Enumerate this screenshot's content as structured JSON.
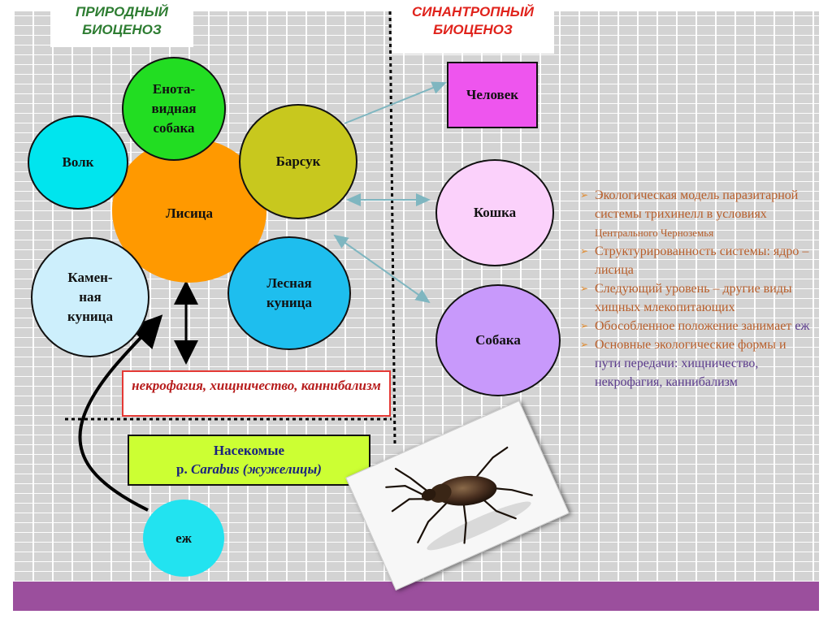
{
  "labels": {
    "natural": "ПРИРОДНЫЙ\nБИОЦЕНОЗ",
    "synanthropic": "СИНАНТРОПНЫЙ\nБИОЦЕНОЗ"
  },
  "circles": {
    "fox": "Лисица",
    "raccoon_dog": "Енота-\nвидная\nсобака",
    "wolf": "Волк",
    "badger": "Барсук",
    "pine_marten": "Лесная\nкуница",
    "stone_marten": "Камен-\nная\nкуница",
    "cat": "Кошка",
    "dog": "Собака",
    "hedgehog": "еж"
  },
  "human": "Человек",
  "relations": "некрофагия, хищничество, каннибализм",
  "insects": {
    "line1": "Насекомые",
    "prefix": "р. ",
    "genus": "Carabus",
    "common": " (жужелицы)"
  },
  "notes": [
    {
      "main": "Экологическая модель паразитарной системы трихинелл в условиях",
      "small": "Центрального Черноземья"
    },
    {
      "main": "Структурированность системы: ядро – лисица"
    },
    {
      "main": " Следующий уровень – другие виды хищных млекопитающих"
    },
    {
      "main": "Обособленное положение занимает",
      "tail": " еж"
    },
    {
      "main": "Основные экологические формы и",
      "mid": " пути передачи: хищничество, некрофагия, каннибализм"
    }
  ],
  "colors": {
    "fox": "#ff9900",
    "raccoon_dog": "#22dd22",
    "wolf": "#00e5ee",
    "badger": "#c8c81e",
    "pine_marten": "#1ebeee",
    "stone_marten": "#cdeffc",
    "cat": "#fbd1fb",
    "dog": "#c899fb",
    "human": "#ee55ee",
    "insects": "#ccff33",
    "bottom_bar": "#9b4f9d"
  }
}
